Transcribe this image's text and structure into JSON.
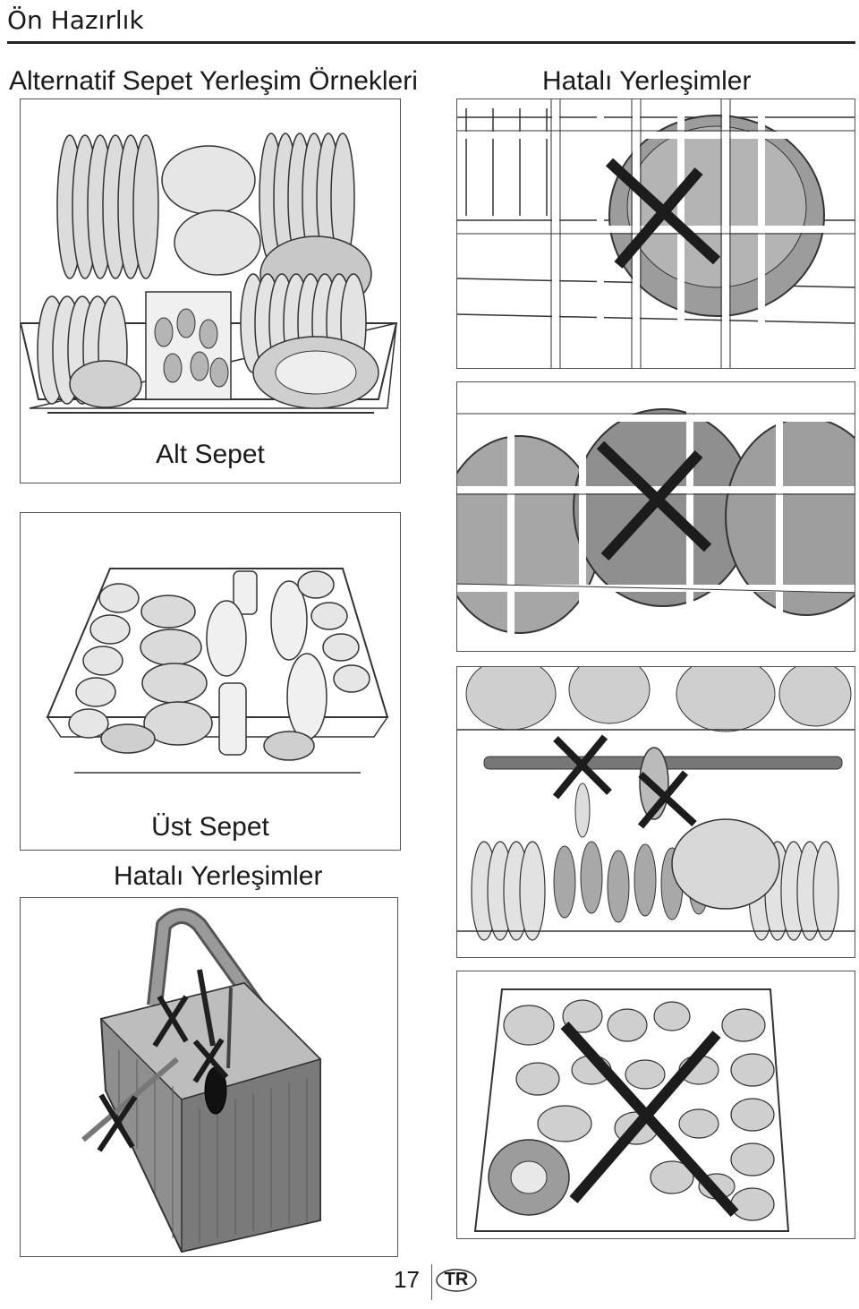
{
  "header": {
    "section_title": "Ön Hazırlık"
  },
  "left": {
    "heading": "Alternatif Sepet Yerleşim Örnekleri",
    "lower_basket_caption": "Alt Sepet",
    "upper_basket_caption": "Üst Sepet",
    "wrong_heading": "Hatalı Yerleşimler"
  },
  "right": {
    "heading": "Hatalı Yerleşimler"
  },
  "footer": {
    "page_number": "17",
    "language": "TR"
  },
  "colors": {
    "ink": "#1a1a1a",
    "plate": "#d9d9d9",
    "shadow": "#a8a8a8",
    "cross": "#1c1c1c"
  }
}
